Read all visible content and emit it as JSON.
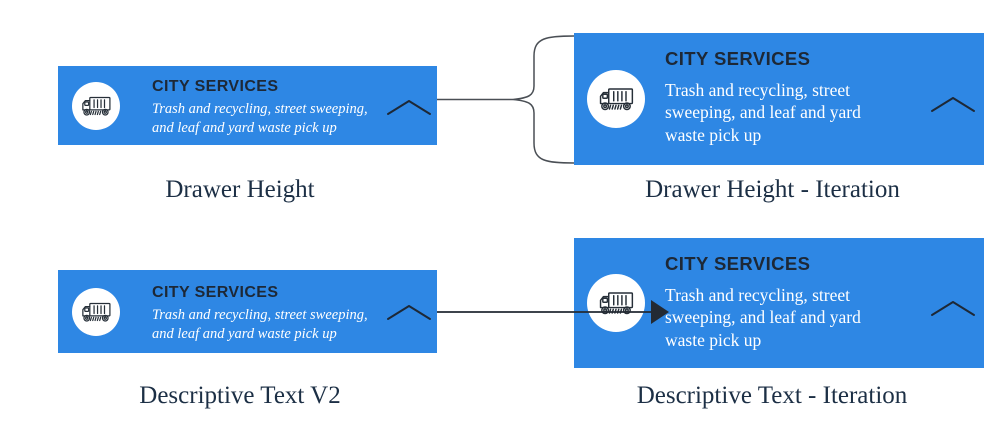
{
  "colors": {
    "card_blue": "#2e87e4",
    "circle_bg": "#ffffff",
    "heading": "#1d2836",
    "description": "#ffffff",
    "label": "#1c2f45",
    "icon_stroke": "#262f38",
    "connector": "#4a4f55",
    "arrow": "#232a33"
  },
  "cards": {
    "title": "CITY SERVICES",
    "description": "Trash and recycling, street sweeping, and leaf and yard waste pick up",
    "compact_description_lines": [
      "Trash and recycling, street sweeping,",
      "and leaf and yard waste pick up"
    ],
    "tall_description_lines": [
      "Trash and recycling, street",
      "sweeping, and leaf and yard",
      "waste pick up"
    ],
    "truck_icon": "garbage-truck-icon",
    "chevron_icon": "chevron-up-icon"
  },
  "panels": [
    {
      "label": "Drawer Height"
    },
    {
      "label": "Drawer Height - Iteration"
    },
    {
      "label": "Descriptive Text V2"
    },
    {
      "label": "Descriptive Text - Iteration"
    }
  ],
  "connectors": [
    {
      "type": "brace",
      "from": "drawer-height-card",
      "to": "drawer-height-iteration-card"
    },
    {
      "type": "arrow",
      "from": "descriptive-text-v2-card",
      "to": "descriptive-text-iteration-card"
    }
  ]
}
